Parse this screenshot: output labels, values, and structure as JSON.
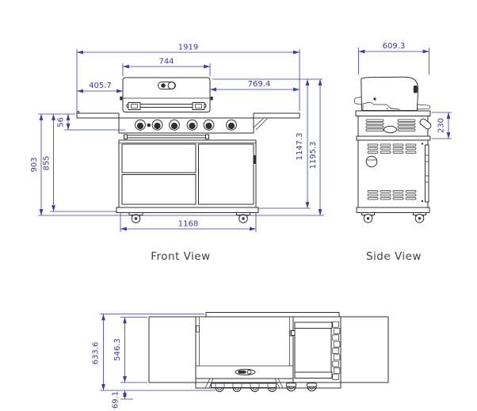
{
  "colors": {
    "dimension": "#3c3ca0",
    "line": "#2f2f2f",
    "label": "#3f3f3f",
    "background": "#ffffff"
  },
  "views": {
    "front": {
      "label": "Front View",
      "dims": {
        "overall_width": "1919",
        "hood_width": "744",
        "left_shelf_width": "405.7",
        "right_section_width": "769.4",
        "shelf_lip_height": "56",
        "working_height": "903",
        "cabinet_height": "855",
        "cart_width": "1168",
        "body_height": "1147.3",
        "overall_height": "1195.3"
      }
    },
    "side": {
      "label": "Side View",
      "dims": {
        "overall_depth": "609.3",
        "firebox_height": "230"
      }
    },
    "top": {
      "dims": {
        "overall_depth": "633.6",
        "body_depth": "546.3",
        "knob_protrusion": "69.1"
      }
    }
  }
}
